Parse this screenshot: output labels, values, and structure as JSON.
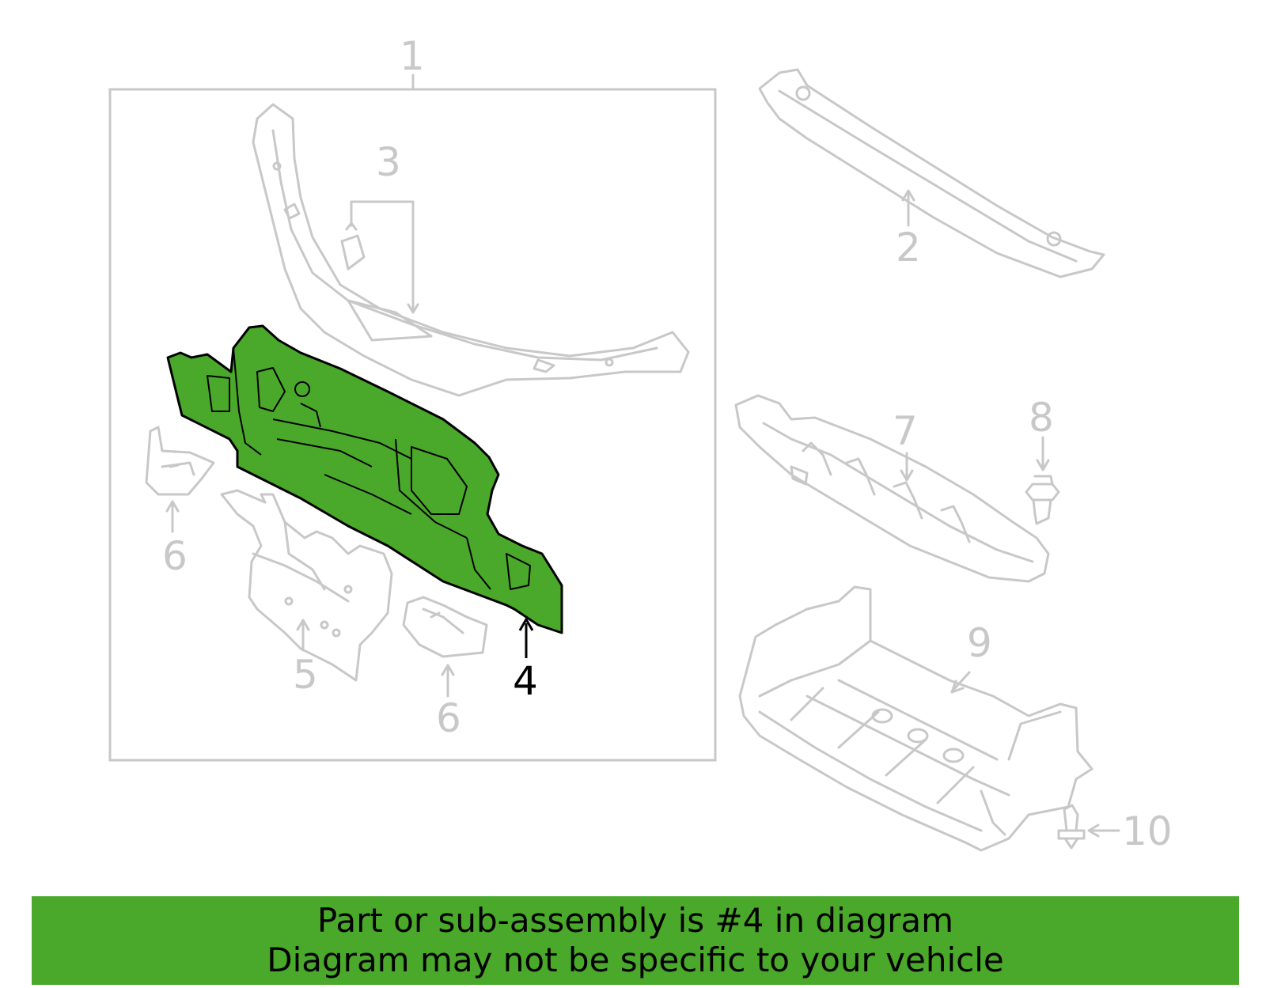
{
  "diagram": {
    "callouts": [
      "1",
      "2",
      "3",
      "4",
      "5",
      "6",
      "6",
      "7",
      "8",
      "9",
      "10"
    ],
    "highlighted_part": "4",
    "highlight_color": "#4aa92b",
    "line_color": "#c8c8c8"
  },
  "banner": {
    "line1": "Part or sub-assembly is #4 in diagram",
    "line2": "Diagram may not be specific to your vehicle",
    "background": "#4aa92b"
  }
}
